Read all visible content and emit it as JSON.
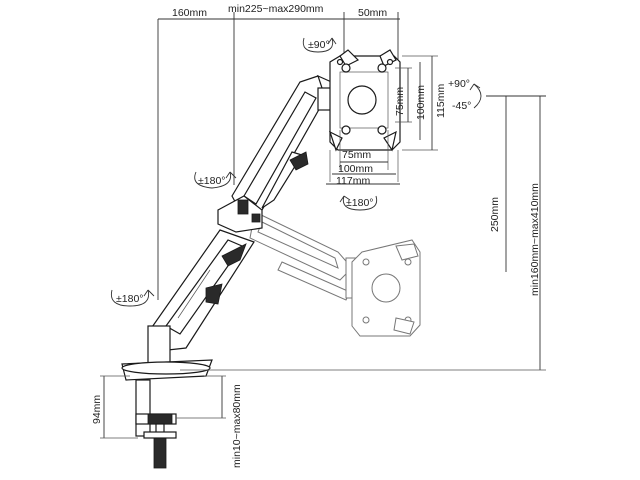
{
  "dimensions": {
    "top_left": "160mm",
    "top_middle": "min225~max290mm",
    "top_right": "50mm",
    "rot_top": "±90°",
    "tilt_up": "+90°",
    "tilt_down": "-45°",
    "v_75": "75mm",
    "v_100": "100mm",
    "v_115": "115mm",
    "h_75": "75mm",
    "h_100": "100mm",
    "h_117": "117mm",
    "rot_bottom": "±180°",
    "rot_elbow": "±180°",
    "rot_base": "±180°",
    "height_250": "250mm",
    "height_range": "min160mm~max410mm",
    "base_height": "94mm",
    "clamp_range": "min10~max80mm"
  },
  "colors": {
    "line": "#333333",
    "ghost": "#777777",
    "background": "#ffffff"
  }
}
